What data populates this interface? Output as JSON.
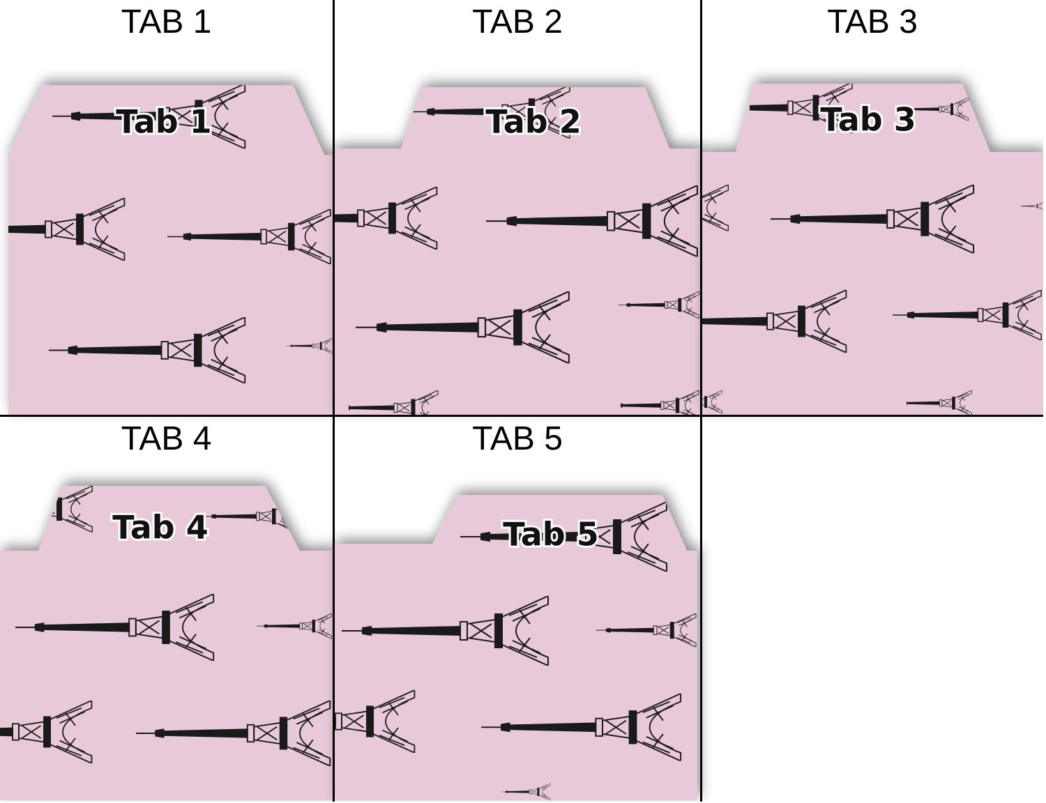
{
  "sheet": {
    "cells": [
      {
        "heading": "TAB 1",
        "tab_label": "Tab 1"
      },
      {
        "heading": "TAB 2",
        "tab_label": "Tab 2"
      },
      {
        "heading": "TAB 3",
        "tab_label": "Tab 3"
      },
      {
        "heading": "TAB 4",
        "tab_label": "Tab 4"
      },
      {
        "heading": "TAB 5",
        "tab_label": "Tab 5"
      }
    ],
    "colors": {
      "paper": "#e8c9d9",
      "ink": "#1a1a1a",
      "grid": "#000000"
    },
    "pattern_icon": "eiffel-tower-icon"
  }
}
